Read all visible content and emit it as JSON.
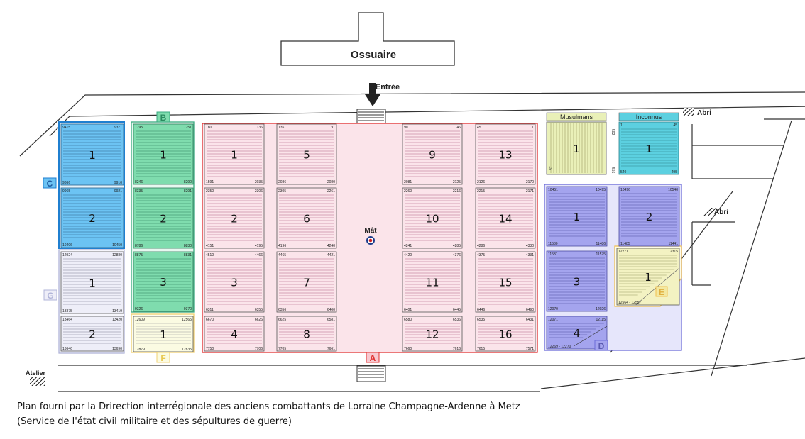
{
  "header": {
    "ossuaire": "Ossuaire",
    "entree": "Entrée",
    "mat": "Mât",
    "atelier": "Atelier",
    "abri": "Abri"
  },
  "labels": {
    "musulmans": "Musulmans",
    "inconnus": "Inconnus"
  },
  "colors": {
    "A": "#e03030",
    "A_fill": "#fbe4ea",
    "A_lines": "#b06080",
    "B": "#3aaa80",
    "B_fill": "#7fdcae",
    "B_lines": "#2f7a5a",
    "C": "#1f7fd0",
    "C_fill": "#6cc3f3",
    "C_lines": "#2a5f8a",
    "D": "#6c6cd8",
    "D_fill": "#a4a4ee",
    "D_lines": "#4a4aa0",
    "E": "#f0c050",
    "E_fill": "#f3f2c2",
    "E_lines": "#9a9a60",
    "F": "#f0d070",
    "F_fill": "#fbfbe2",
    "G": "#b0b4d8",
    "G_fill": "#eeeef8",
    "G_lines": "#7a7a90",
    "musulmans_fill": "#e9f0b8",
    "inconnus_fill": "#5cd0e0"
  },
  "sections": [
    {
      "id": "A",
      "label": "A"
    },
    {
      "id": "B",
      "label": "B"
    },
    {
      "id": "C",
      "label": "C"
    },
    {
      "id": "D",
      "label": "D"
    },
    {
      "id": "E",
      "label": "E"
    },
    {
      "id": "F",
      "label": "F"
    },
    {
      "id": "G",
      "label": "G"
    }
  ],
  "plots": [
    {
      "group": "C",
      "num": "1",
      "tl": "9415",
      "tr": "9371",
      "bl": "9866",
      "br": "9910"
    },
    {
      "group": "C",
      "num": "2",
      "tl": "9965",
      "tr": "9921",
      "bl": "10406",
      "br": "10450"
    },
    {
      "group": "G",
      "num": "1",
      "tl": "12924",
      "tr": "12880",
      "bl": "13375",
      "br": "13419"
    },
    {
      "group": "G",
      "num": "2",
      "tl": "13464",
      "tr": "13420",
      "bl": "13646",
      "br": "13690"
    },
    {
      "group": "B",
      "num": "1",
      "tl": "7795",
      "tr": "7751",
      "bl": "8246",
      "br": "8290"
    },
    {
      "group": "B",
      "num": "2",
      "tl": "8335",
      "tr": "8291",
      "bl": "8786",
      "br": "8830"
    },
    {
      "group": "B",
      "num": "3",
      "tl": "8875",
      "tr": "8831",
      "bl": "9326",
      "br": "9370"
    },
    {
      "group": "F",
      "num": "1",
      "tl": "12609",
      "tr": "12565",
      "bl": "12879",
      "br": "12835"
    },
    {
      "group": "A",
      "num": "1",
      "tl": "180",
      "tr": "136",
      "bl": "1591",
      "br": "2035"
    },
    {
      "group": "A",
      "num": "2",
      "tl": "2350",
      "tr": "2306",
      "bl": "4151",
      "br": "4195"
    },
    {
      "group": "A",
      "num": "3",
      "tl": "4510",
      "tr": "4466",
      "bl": "6311",
      "br": "6355"
    },
    {
      "group": "A",
      "num": "4",
      "tl": "6670",
      "tr": "6626",
      "bl": "7750",
      "br": "7706"
    },
    {
      "group": "A",
      "num": "5",
      "tl": "135",
      "tr": "91",
      "bl": "2036",
      "br": "2080"
    },
    {
      "group": "A",
      "num": "6",
      "tl": "2305",
      "tr": "2261",
      "bl": "4196",
      "br": "4240"
    },
    {
      "group": "A",
      "num": "7",
      "tl": "4465",
      "tr": "4421",
      "bl": "6356",
      "br": "6400"
    },
    {
      "group": "A",
      "num": "8",
      "tl": "6625",
      "tr": "6581",
      "bl": "7705",
      "br": "7661"
    },
    {
      "group": "A",
      "num": "9",
      "tl": "90",
      "tr": "46",
      "bl": "2081",
      "br": "2125"
    },
    {
      "group": "A",
      "num": "10",
      "tl": "2260",
      "tr": "2216",
      "bl": "4241",
      "br": "4285"
    },
    {
      "group": "A",
      "num": "11",
      "tl": "4420",
      "tr": "4376",
      "bl": "6401",
      "br": "6445"
    },
    {
      "group": "A",
      "num": "12",
      "tl": "6580",
      "tr": "6536",
      "bl": "7660",
      "br": "7616"
    },
    {
      "group": "A",
      "num": "13",
      "tl": "45",
      "tr": "1",
      "bl": "2126",
      "br": "2170"
    },
    {
      "group": "A",
      "num": "14",
      "tl": "2215",
      "tr": "2171",
      "bl": "4286",
      "br": "4330"
    },
    {
      "group": "A",
      "num": "15",
      "tl": "4375",
      "tr": "4331",
      "bl": "6446",
      "br": "6490"
    },
    {
      "group": "A",
      "num": "16",
      "tl": "6535",
      "tr": "6431",
      "bl": "7615",
      "br": "7571"
    },
    {
      "group": "Musulmans",
      "num": "1",
      "tl": "",
      "tr": "",
      "bl": "",
      "br": ""
    },
    {
      "group": "Inconnus",
      "num": "1",
      "tl": "1",
      "tr": "45",
      "bl": "540",
      "br": "495"
    },
    {
      "group": "D",
      "num": "1",
      "tl": "10451",
      "tr": "10495",
      "bl": "11530",
      "br": "11486"
    },
    {
      "group": "D",
      "num": "2",
      "tl": "10496",
      "tr": "10540",
      "bl": "11485",
      "br": "11441"
    },
    {
      "group": "D",
      "num": "3",
      "tl": "11531",
      "tr": "11575",
      "bl": "12070",
      "br": "12026"
    },
    {
      "group": "D",
      "num": "4",
      "tl": "12071",
      "tr": "12115",
      "bl": "12269 - 12270",
      "br": ""
    },
    {
      "group": "E",
      "num": "1",
      "tl": "12271",
      "tr": "12315",
      "bl": "12564 - 12557",
      "br": ""
    }
  ],
  "musulmans_side": [
    "592",
    "37",
    "556"
  ],
  "caption": {
    "line1": "Plan fourni par la Drirection interrégionale des anciens combattants de Lorraine Champagne-Ardenne à Metz",
    "line2": "(Service de l'état civil militaire et des sépultures de guerre)"
  }
}
